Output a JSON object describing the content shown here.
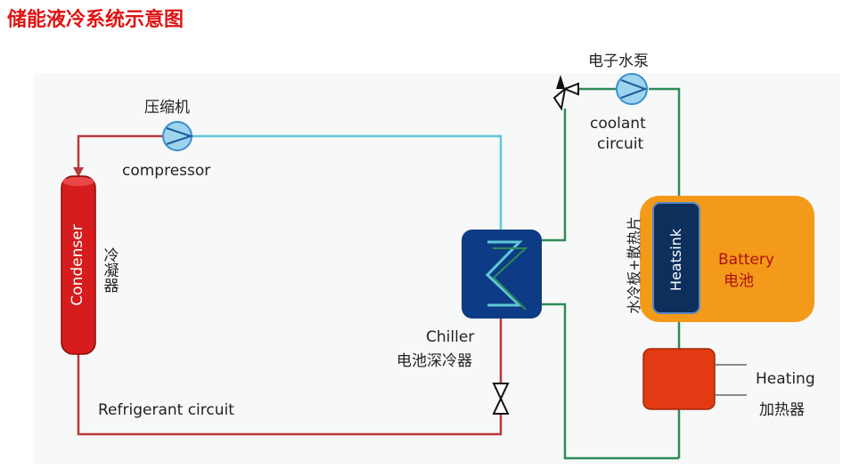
{
  "title": "储能液冷系统示意图",
  "compressor": {
    "cn": "压缩机",
    "en": "compressor"
  },
  "condenser": {
    "en": "Condenser",
    "cn": "冷凝器"
  },
  "refrigerant_circuit": "Refrigerant circuit",
  "chiller": {
    "en": "Chiller",
    "cn": "电池深冷器"
  },
  "pump": {
    "cn": "电子水泵"
  },
  "coolant_circuit": {
    "line1": "coolant",
    "line2": "circuit"
  },
  "cold_plate": "水冷板+散热片",
  "heatsink": "Heatsink",
  "battery": {
    "en": "Battery",
    "cn": "电池"
  },
  "heating": {
    "en": "Heating",
    "cn": "加热器"
  },
  "colors": {
    "title": "#e01313",
    "refrigerant_line": "#b73a3a",
    "suction_line": "#5ec8d8",
    "coolant_line": "#2e8b57",
    "condenser": "#d61c1c",
    "chiller": "#0d3b85",
    "battery": "#f39a1a",
    "heatsink": "#0d2f5c",
    "heater": "#e23a12",
    "pump": "#4aa8e0"
  }
}
